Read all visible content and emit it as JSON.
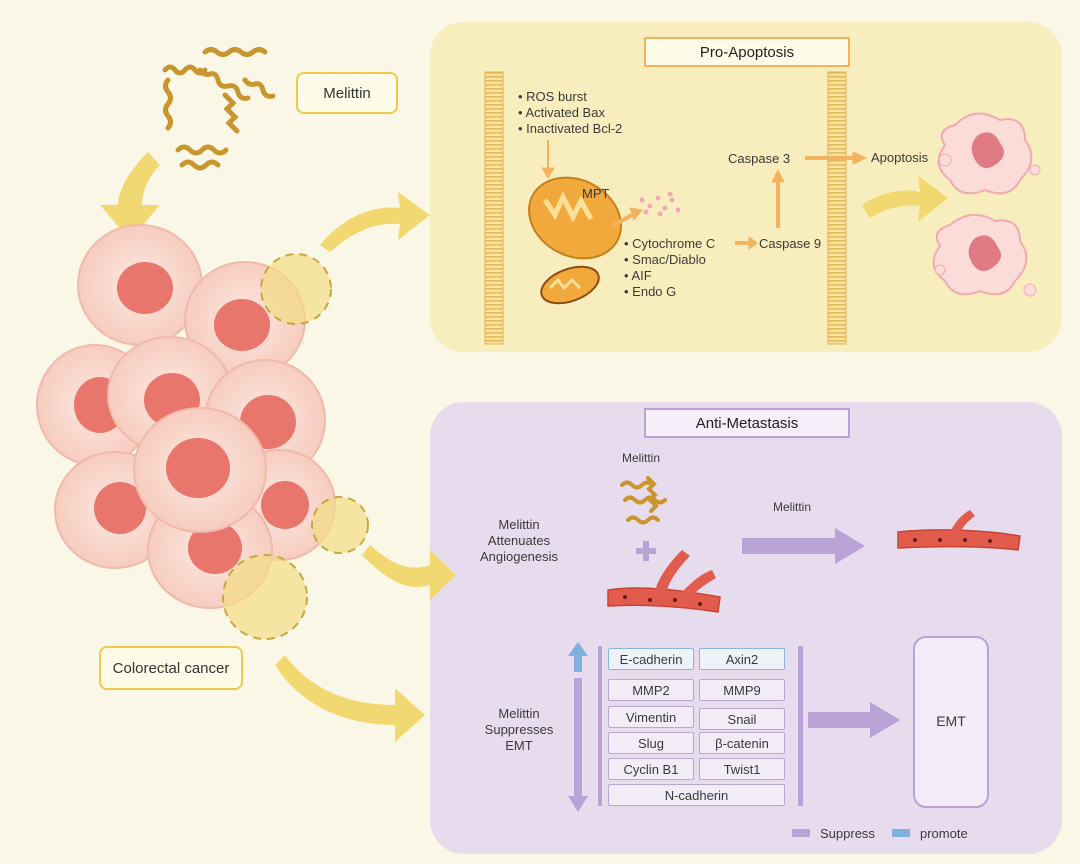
{
  "melittin_label": "Melittin",
  "cancer_label": "Colorectal cancer",
  "pro_apoptosis": {
    "title": "Pro-Apoptosis",
    "triggers": [
      "ROS burst",
      "Activated Bax",
      "Inactivated Bcl-2"
    ],
    "mpt": "MPT",
    "released": [
      "Cytochrome C",
      "Smac/Diablo",
      "AIF",
      "Endo G"
    ],
    "caspase9": "Caspase 9",
    "caspase3": "Caspase 3",
    "apoptosis": "Apoptosis"
  },
  "anti_metastasis": {
    "title": "Anti-Metastasis",
    "angiogenesis_label": "Melittin Attenuates Angiogenesis",
    "melittin_top": "Melittin",
    "melittin_arrow": "Melittin",
    "emt_label": "Melittin Suppresses EMT",
    "promoted_genes": [
      "E-cadherin",
      "Axin2"
    ],
    "suppressed_genes": [
      "MMP2",
      "MMP9",
      "Vimentin",
      "Snail",
      "Slug",
      "β-catenin",
      "Cyclin B1",
      "Twist1",
      "N-cadherin"
    ],
    "emt": "EMT"
  },
  "legend": {
    "suppress": "Suppress",
    "promote": "promote"
  },
  "colors": {
    "panel_yellow": "#f8eebd",
    "panel_purple": "#e7dced",
    "arrow_yellow": "#f2d870",
    "arrow_orange": "#f3b35e",
    "arrow_purple": "#b9a3d6",
    "arrow_blue": "#7fb0de",
    "cell": "#f8d6cc",
    "nucleus": "#e9766c"
  }
}
